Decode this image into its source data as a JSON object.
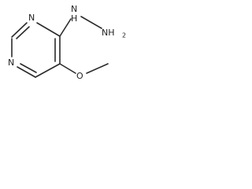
{
  "molecule": {
    "atoms": {
      "ring_n_top": "N",
      "ring_n_bottom": "N",
      "hydrazine_n1": "N",
      "hydrazine_h1": "H",
      "hydrazine_n2": "NH",
      "hydrazine_n2_sub": "2",
      "methoxy_o": "O"
    }
  }
}
